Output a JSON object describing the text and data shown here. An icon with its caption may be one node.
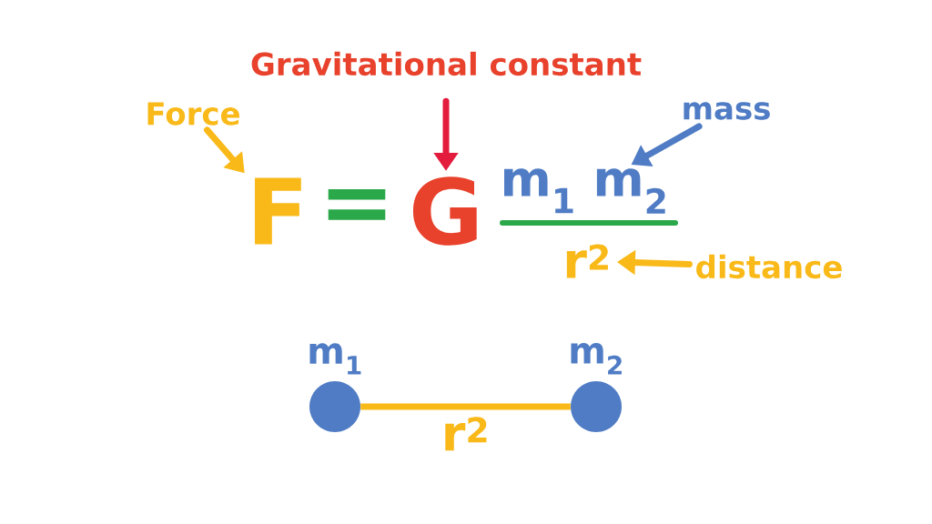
{
  "diagram": {
    "nodes": [
      {
        "text": [
          "Force"
        ]
      },
      {
        "text": [
          "F"
        ]
      },
      {
        "text": [
          "Gravitational constant"
        ]
      },
      {
        "text": [
          "G"
        ]
      },
      {
        "text": [
          "mass"
        ]
      },
      {
        "text": [
          "m$_{1}$ m$_{2}$"
        ]
      },
      {
        "text": [
          "distance"
        ]
      },
      {
        "text": [
          "r$^{2}$"
        ]
      },
      {
        "text": [],
        "shape": "circle",
        "beside": [
          "m$_{1}$"
        ]
      },
      {
        "text": [],
        "shape": "circle",
        "beside": [
          "m$_{2}$"
        ]
      }
    ],
    "edges": [
      {
        "from": 0,
        "to": 1,
        "arrow": "to",
        "color": "#f9b918"
      },
      {
        "from": 2,
        "to": 3,
        "arrow": "to",
        "color": "#e31c3d"
      },
      {
        "from": 4,
        "to": 5,
        "arrow": "to",
        "color": "#4f7cc4"
      },
      {
        "from": 6,
        "to": 7,
        "arrow": "to",
        "color": "#f9b918"
      },
      {
        "from": 8,
        "to": 9,
        "arrow": "none",
        "label": "r$^{2}$",
        "color": "#f9b918"
      }
    ],
    "labels": [
      "="
    ]
  }
}
